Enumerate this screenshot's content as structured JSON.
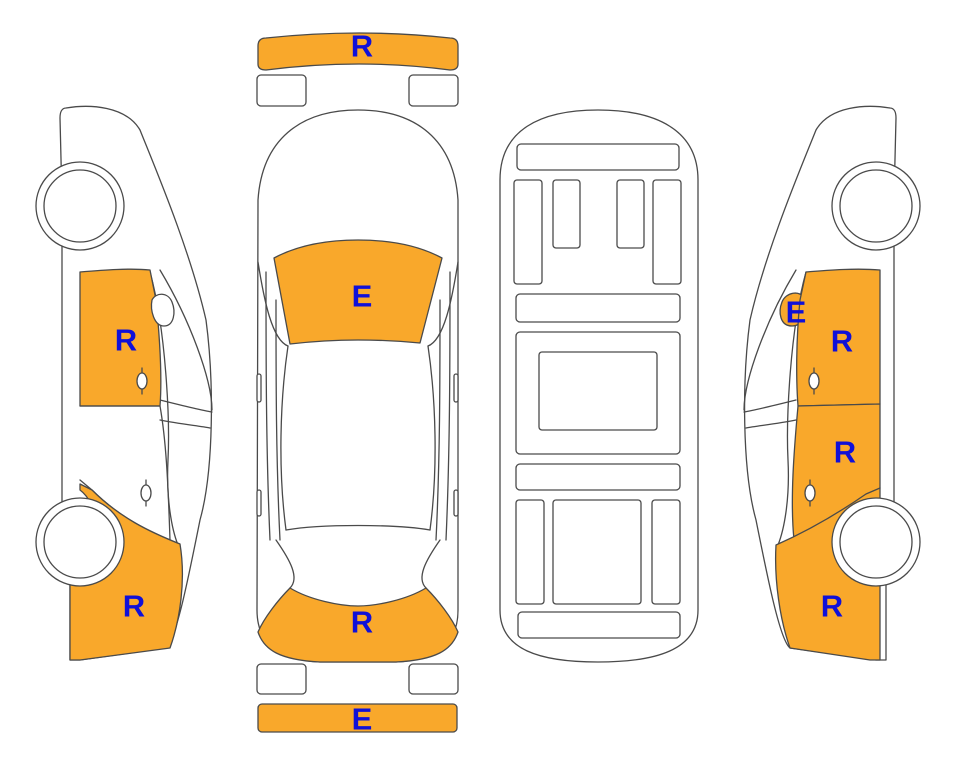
{
  "colors": {
    "damage_fill": "#F9A82B",
    "label": "#1010D8",
    "outline": "#4a4a4a",
    "background": "#ffffff"
  },
  "panels": {
    "front_bumper": {
      "code": "R"
    },
    "hood": {
      "code": "E"
    },
    "trunk": {
      "code": "R"
    },
    "rear_bumper": {
      "code": "E"
    },
    "left_front_door": {
      "code": "R"
    },
    "left_rear_quarter": {
      "code": "R"
    },
    "right_mirror": {
      "code": "E"
    },
    "right_front_door": {
      "code": "R"
    },
    "right_rear_door": {
      "code": "R"
    },
    "right_rear_quarter": {
      "code": "R"
    }
  }
}
